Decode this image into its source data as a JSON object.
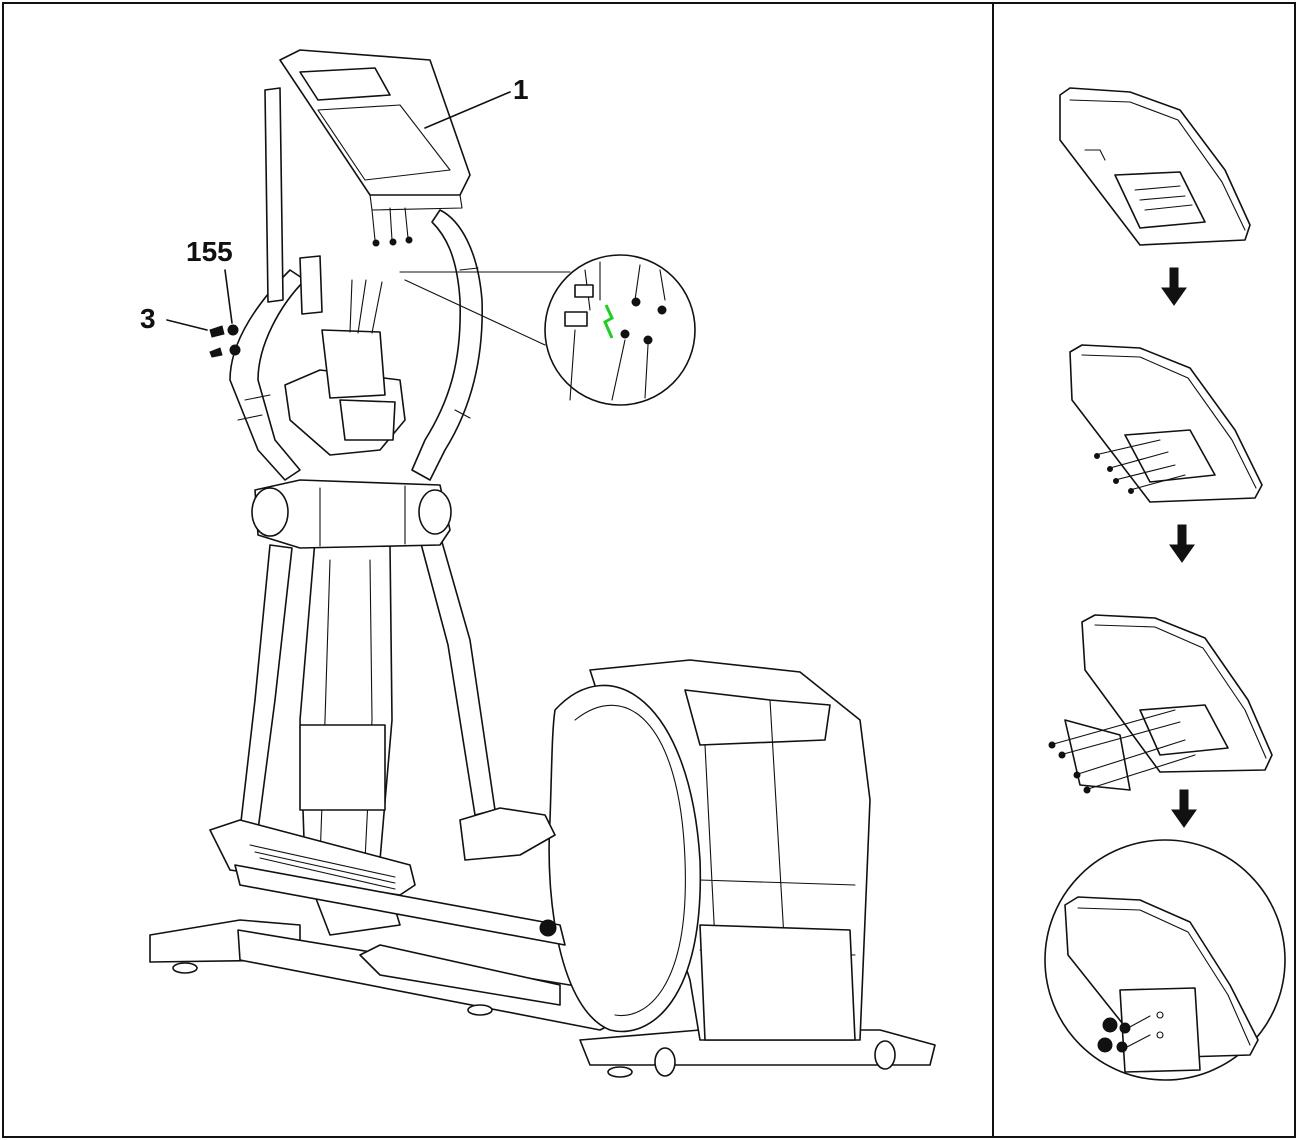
{
  "callouts": {
    "console": "1",
    "screw": "155",
    "washer": "3"
  },
  "colors": {
    "line": "#111111",
    "background": "#ffffff",
    "connector_highlight": "#22cc22"
  },
  "steps": {
    "count": 4,
    "arrow_icon": "arrow-down-icon"
  }
}
